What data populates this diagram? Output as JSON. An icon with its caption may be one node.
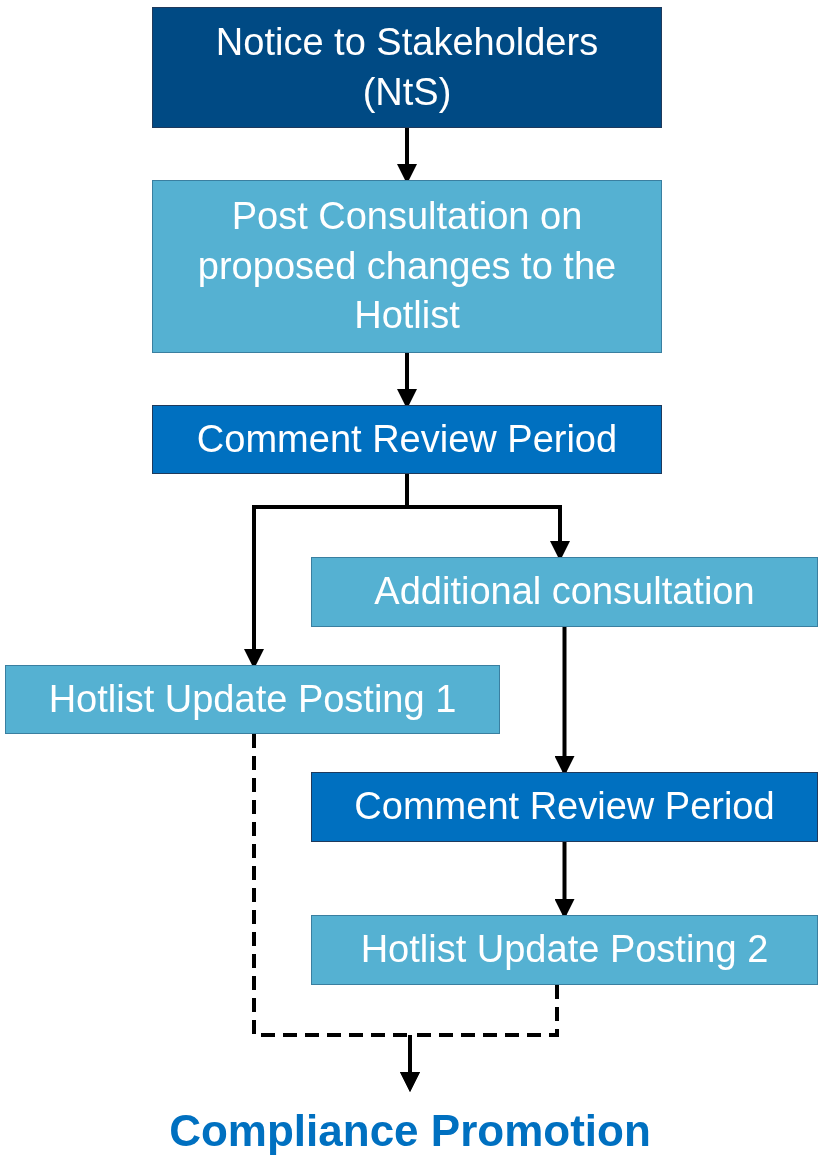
{
  "diagram": {
    "nodes": [
      {
        "text": [
          "Notice to Stakeholders (NtS)"
        ]
      },
      {
        "text": [
          "Post Consultation on proposed changes to the Hotlist"
        ]
      },
      {
        "text": [
          "Comment Review Period"
        ]
      },
      {
        "text": [
          "Additional consultation"
        ]
      },
      {
        "text": [
          "Hotlist Update Posting 1"
        ]
      },
      {
        "text": [
          "Comment Review Period"
        ]
      },
      {
        "text": [
          "Hotlist Update Posting 2"
        ]
      },
      {
        "text": [
          "Compliance Promotion"
        ]
      }
    ],
    "edges": [
      {
        "from": 0,
        "to": 1,
        "arrow": "to"
      },
      {
        "from": 1,
        "to": 2,
        "arrow": "to"
      },
      {
        "from": 2,
        "to": 3,
        "arrow": "to"
      },
      {
        "from": 2,
        "to": 4,
        "arrow": "to"
      },
      {
        "from": 3,
        "to": 5,
        "arrow": "to"
      },
      {
        "from": 5,
        "to": 6,
        "arrow": "to"
      },
      {
        "from": 4,
        "to": 7,
        "arrow": "to",
        "style": "dashed"
      },
      {
        "from": 6,
        "to": 7,
        "arrow": "to",
        "style": "dashed"
      }
    ]
  }
}
